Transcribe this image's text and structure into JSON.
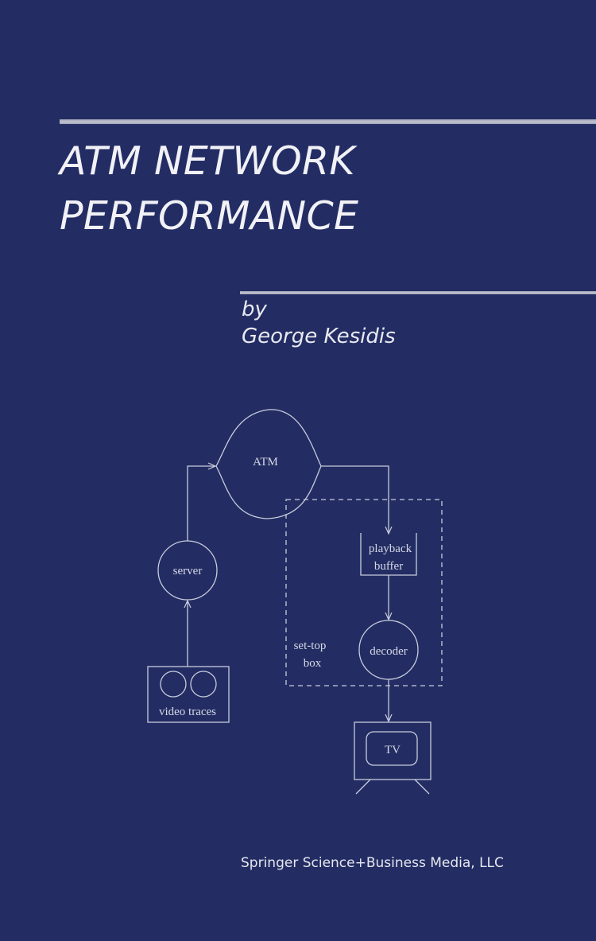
{
  "cover": {
    "title_line1": "ATM NETWORK",
    "title_line2": "PERFORMANCE",
    "by": "by",
    "author": "George Kesidis",
    "publisher": "Springer Science+Business Media, LLC"
  },
  "diagram": {
    "atm": "ATM",
    "server": "server",
    "video_traces": "video traces",
    "playback_line1": "playback",
    "playback_line2": "buffer",
    "settop_line1": "set-top",
    "settop_line2": "box",
    "decoder": "decoder",
    "tv": "TV"
  },
  "colors": {
    "background": "#232d64",
    "text": "#f1f1f6",
    "diagram_line": "#c9ccdb"
  }
}
